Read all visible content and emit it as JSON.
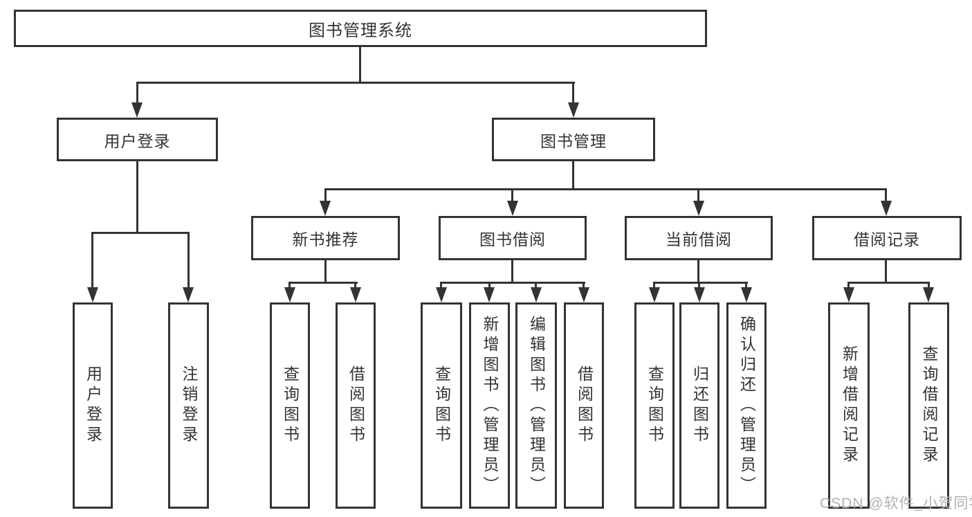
{
  "diagram": {
    "type": "hierarchy-tree",
    "title": "图书管理系统",
    "watermark": "CSDN @软件_小贺同学",
    "colors": {
      "line": "#333333",
      "text": "#333333",
      "box_background": "#ffffff",
      "page_background": "#ffffff",
      "watermark": "#b2b1b0"
    },
    "nodes": {
      "root": {
        "label": "图书管理系统",
        "level": 1
      },
      "user_login_branch": {
        "label": "用户登录",
        "level": 2
      },
      "book_mgmt_branch": {
        "label": "图书管理",
        "level": 2
      },
      "new_books": {
        "label": "新书推荐",
        "level": 3
      },
      "book_borrow": {
        "label": "图书借阅",
        "level": 3
      },
      "current_borrow": {
        "label": "当前借阅",
        "level": 3
      },
      "borrow_records": {
        "label": "借阅记录",
        "level": 3
      },
      "leaf_user_login": {
        "label": "用户登录",
        "level": 4
      },
      "leaf_logout": {
        "label": "注销登录",
        "level": 4
      },
      "nb_query_books": {
        "label": "查询图书",
        "level": 4
      },
      "nb_borrow_books": {
        "label": "借阅图书",
        "level": 4
      },
      "bb_query_books": {
        "label": "查询图书",
        "level": 4
      },
      "bb_add_books": {
        "label": "新增图书（管理员）",
        "level": 4
      },
      "bb_edit_books": {
        "label": "编辑图书（管理员）",
        "level": 4
      },
      "bb_borrow_books": {
        "label": "借阅图书",
        "level": 4
      },
      "cb_query_books": {
        "label": "查询图书",
        "level": 4
      },
      "cb_return_books": {
        "label": "归还图书",
        "level": 4
      },
      "cb_confirm_return": {
        "label": "确认归还（管理员）",
        "level": 4
      },
      "br_add_record": {
        "label": "新增借阅记录",
        "level": 4
      },
      "br_query_record": {
        "label": "查询借阅记录",
        "level": 4
      }
    },
    "structure": {
      "root": [
        "user_login_branch",
        "book_mgmt_branch"
      ],
      "user_login_branch": [
        "leaf_user_login",
        "leaf_logout"
      ],
      "book_mgmt_branch": [
        "new_books",
        "book_borrow",
        "current_borrow",
        "borrow_records"
      ],
      "new_books": [
        "nb_query_books",
        "nb_borrow_books"
      ],
      "book_borrow": [
        "bb_query_books",
        "bb_add_books",
        "bb_edit_books",
        "bb_borrow_books"
      ],
      "current_borrow": [
        "cb_query_books",
        "cb_return_books",
        "cb_confirm_return"
      ],
      "borrow_records": [
        "br_add_record",
        "br_query_record"
      ]
    }
  }
}
